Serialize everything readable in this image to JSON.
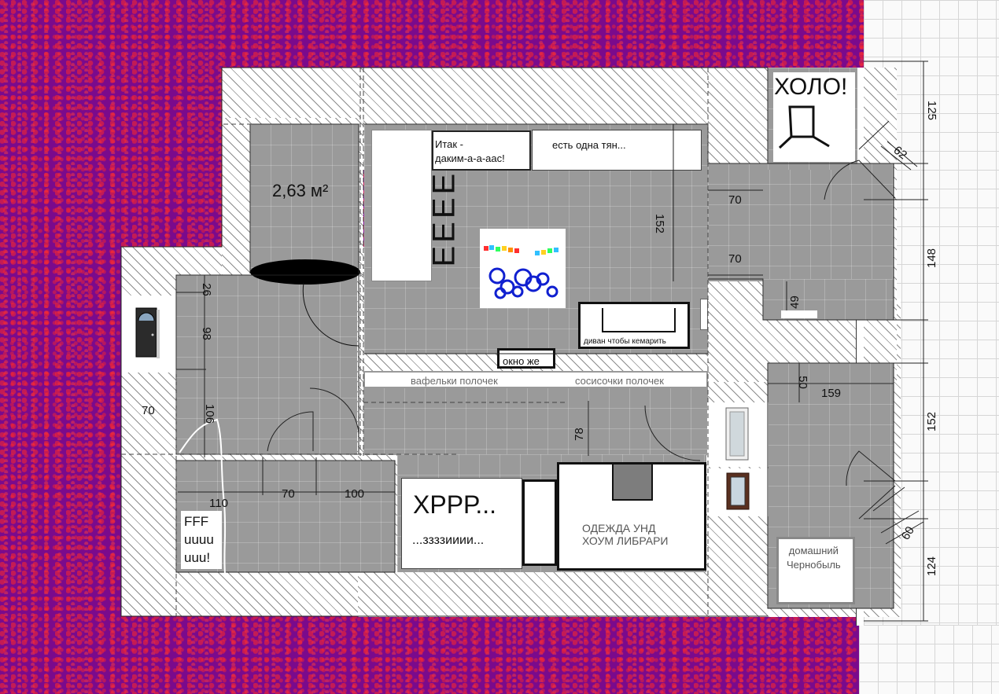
{
  "plan": {
    "area_label": "2,63 м²",
    "holo_label": "ХОЛО!",
    "letters_label": "ЕЕЕЕП",
    "sign_itak": "Итак -\nдаким-а-а-аас!",
    "sign_est": "есть одна тян...",
    "sofa_label": "диван чтобы кемарить",
    "window_label": "окно же",
    "shelf_left_label": "вафельки полочек",
    "shelf_right_label": "сосисочки полочек",
    "hrrr_title": "ХРРР...",
    "hrrr_sub": "...ззззииии...",
    "wardrobe_label": "ОДЕЖДА УНД\nХОУМ ЛИБРАРИ",
    "chernobyl_label": "домашний\nЧернобыль",
    "fff_label": "FFF\nuuuu\nuuu!"
  },
  "dimensions": {
    "d125": "125",
    "d62": "62",
    "d70_top": "70",
    "d152_center": "152",
    "d148": "148",
    "d70_mid": "70",
    "d49": "49",
    "d26": "26",
    "d98": "98",
    "d70_left": "70",
    "d106": "106",
    "d110": "110",
    "d70_bottom": "70",
    "d100": "100",
    "d78": "78",
    "d50": "50",
    "d159": "159",
    "d152_right": "152",
    "d60": "60",
    "d124": "124"
  },
  "colors": {
    "background_outside": "#7a0a8c",
    "noise": "#ff2828",
    "floor": "#9a9a9a",
    "wall_hatch": "#8c8c8c"
  }
}
